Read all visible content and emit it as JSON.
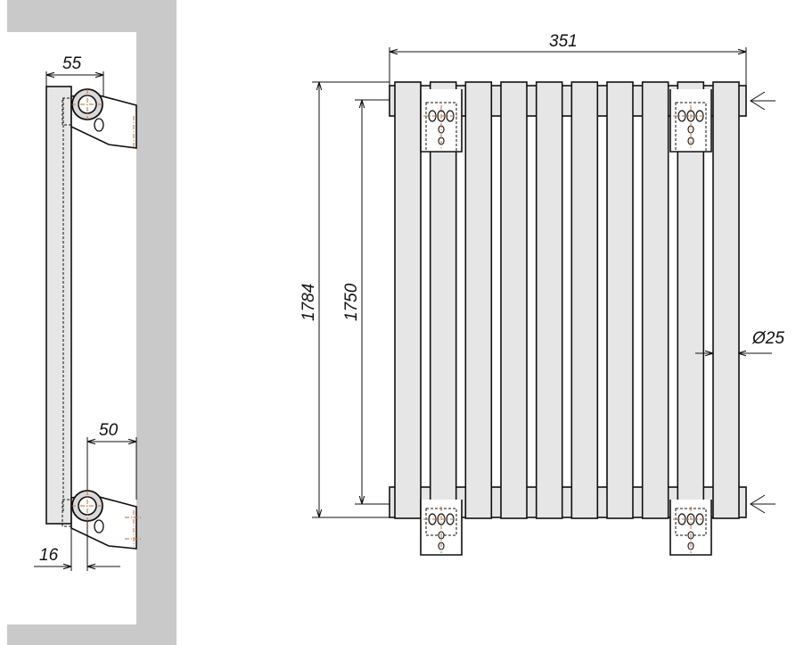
{
  "side_view": {
    "dim_top_offset": "55",
    "dim_bracket_depth": "50",
    "dim_pipe_offset": "16"
  },
  "front_view": {
    "dim_width": "351",
    "dim_total_height": "1784",
    "dim_axis_height": "1750",
    "dim_tube_diameter": "Ø25",
    "tube_count": 10
  },
  "colors": {
    "wall": "#c9c9c9",
    "radiator_fill": "#e6e6e6",
    "axis_lines": "#d06a2a"
  }
}
